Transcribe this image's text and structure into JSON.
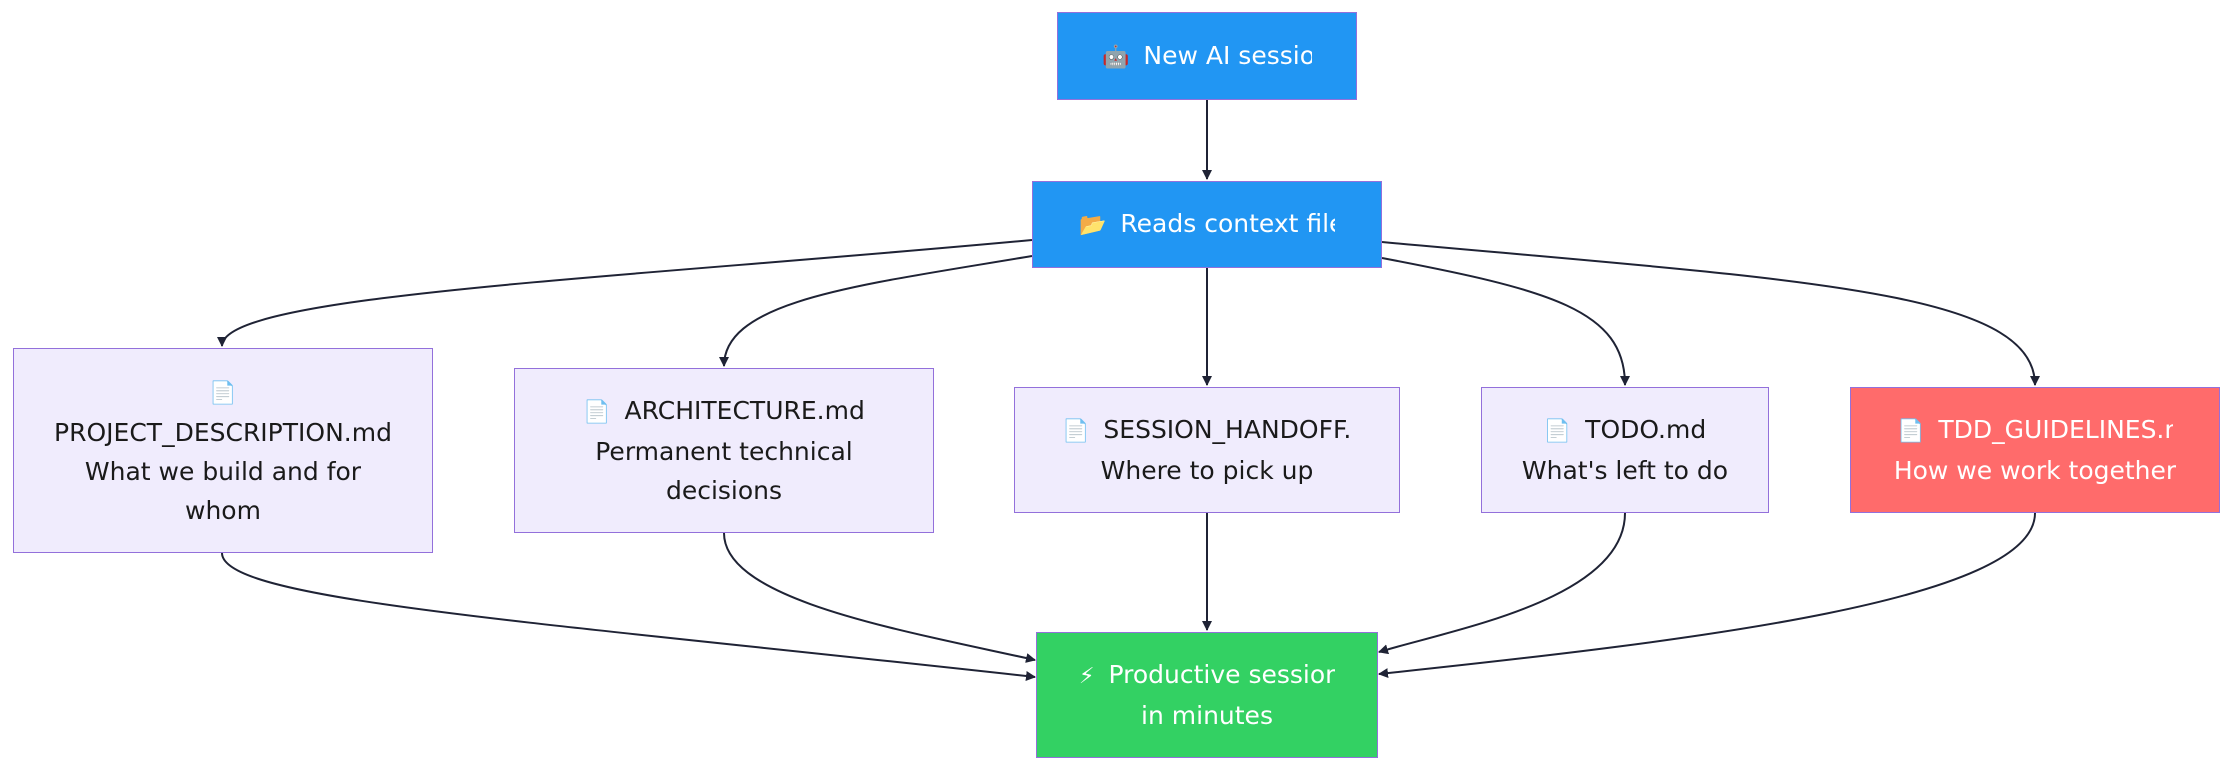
{
  "colors": {
    "start": "#2196F3",
    "reads": "#2196F3",
    "file": "#F0ECFD",
    "tdd": "#FF6B6B",
    "result": "#33D163",
    "border": "#9370DB",
    "edge": "#1F2335"
  },
  "nodes": {
    "start": {
      "icon": "robot-icon",
      "glyph": "🤖",
      "label": "New AI session"
    },
    "reads": {
      "icon": "folder-icon",
      "glyph": "📂",
      "label": "Reads context files"
    },
    "project": {
      "icon": "document-icon",
      "glyph": "📄",
      "label": "PROJECT_DESCRIPTION.md",
      "desc1": "What we build and for",
      "desc2": "whom"
    },
    "architecture": {
      "icon": "document-icon",
      "glyph": "📄",
      "label": "ARCHITECTURE.md",
      "desc1": "Permanent technical",
      "desc2": "decisions"
    },
    "handoff": {
      "icon": "document-icon",
      "glyph": "📄",
      "label": "SESSION_HANDOFF.md",
      "desc1": "Where to pick up"
    },
    "todo": {
      "icon": "document-icon",
      "glyph": "📄",
      "label": "TODO.md",
      "desc1": "What's left to do"
    },
    "tdd": {
      "icon": "document-icon",
      "glyph": "📄",
      "label": "TDD_GUIDELINES.md",
      "desc1": "How we work together"
    },
    "result": {
      "icon": "lightning-icon",
      "glyph": "⚡",
      "label": "Productive session",
      "desc1": "in minutes"
    }
  }
}
